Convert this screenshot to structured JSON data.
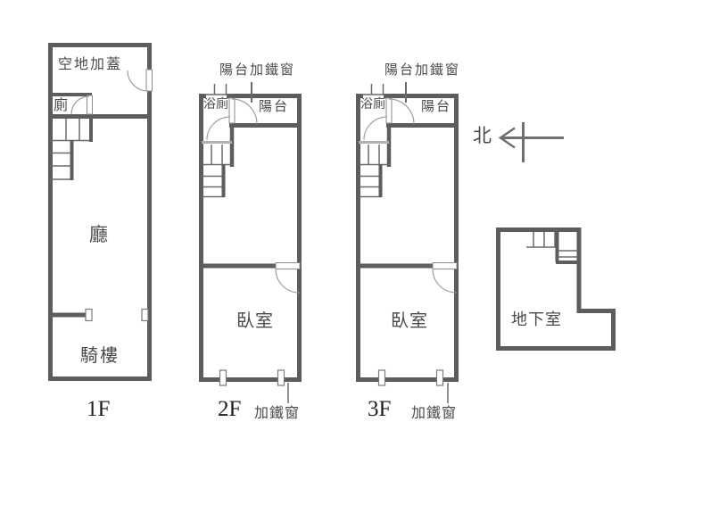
{
  "floors": {
    "f1": {
      "label": "1F",
      "open_space": "空地加蓋",
      "toilet": "廁",
      "living_room": "廳",
      "arcade": "騎樓"
    },
    "f2": {
      "label": "2F",
      "balcony_note": "陽台加鐵窗",
      "bathroom": "浴廁",
      "balcony": "陽台",
      "bedroom": "臥室",
      "window_note": "加鐵窗"
    },
    "f3": {
      "label": "3F",
      "balcony_note": "陽台加鐵窗",
      "bathroom": "浴廁",
      "balcony": "陽台",
      "bedroom": "臥室",
      "window_note": "加鐵窗"
    },
    "basement": {
      "label": "地下室"
    }
  },
  "compass": {
    "north": "北"
  },
  "colors": {
    "wall": "#5d5d5d",
    "thin_line": "#6a6a6a",
    "light_wall": "#b0b0b0",
    "door_arc": "#9e9e9e",
    "text": "#4a4a4a",
    "floor_label_text": "#1f1f1f",
    "background": "#ffffff"
  }
}
